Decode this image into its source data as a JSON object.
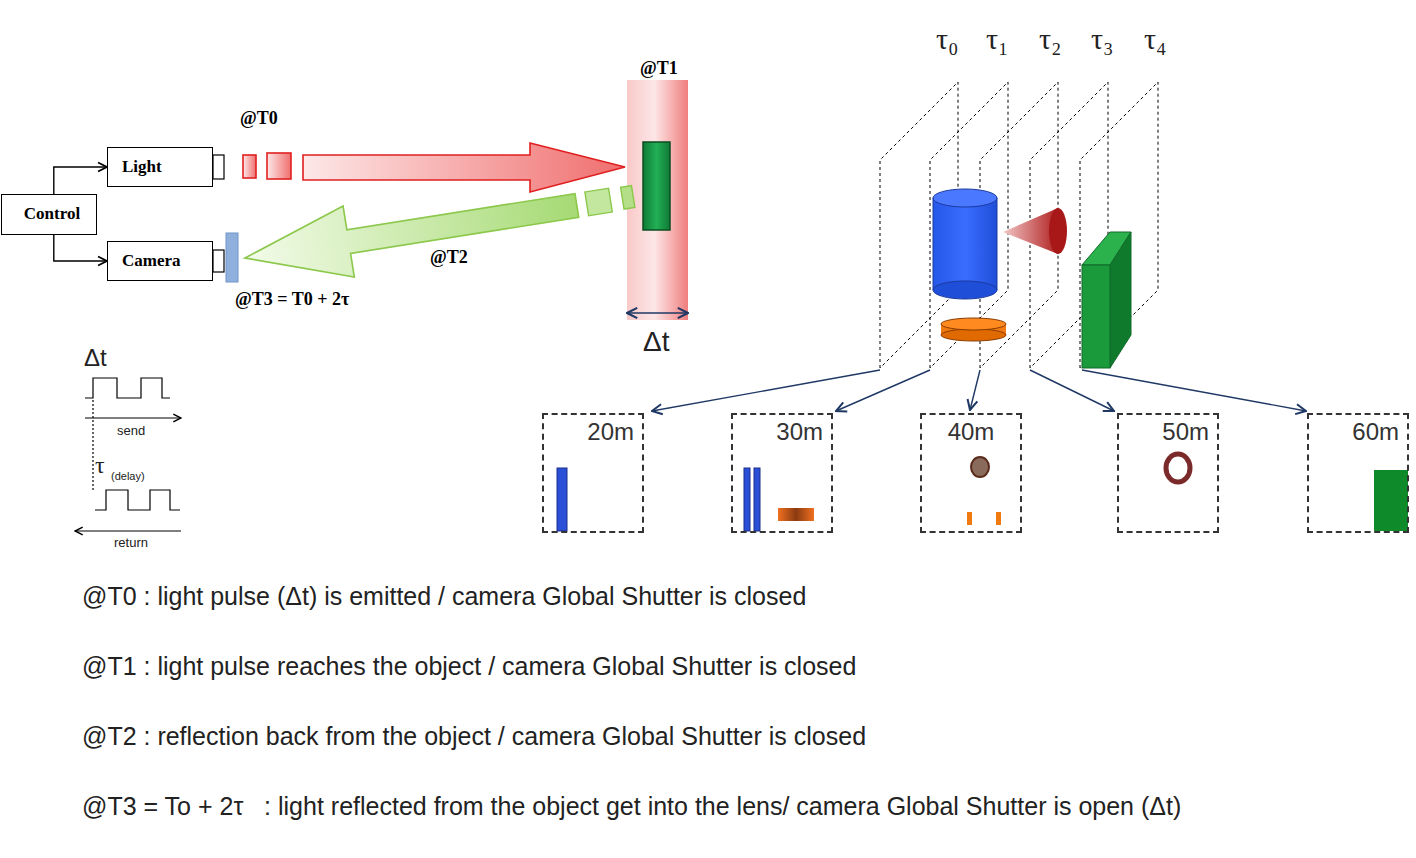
{
  "diagram": {
    "nodes": [
      {
        "text": [
          "Control"
        ]
      },
      {
        "text": [
          "Light"
        ]
      },
      {
        "text": [
          "Camera"
        ]
      },
      {
        "text": [
          "20m"
        ]
      },
      {
        "text": [
          "30m"
        ]
      },
      {
        "text": [
          "40m"
        ]
      },
      {
        "text": [
          "50m"
        ]
      },
      {
        "text": [
          "60m"
        ]
      }
    ],
    "edges": [
      {
        "from": 0,
        "to": 1,
        "arrow": "to"
      },
      {
        "from": 0,
        "to": 2,
        "arrow": "to"
      }
    ],
    "labels": [
      "@T0",
      "@T1",
      "@T2",
      "@T3 = T0 + 2τ",
      "Δt",
      "Δt",
      "send",
      "τ",
      "(delay)",
      "return",
      "τ₀",
      "τ₁",
      "τ₂",
      "τ₃",
      "τ₄",
      "@T0 : light pulse (Δt) is emitted / camera Global Shutter is closed",
      "@T1 : light pulse reaches the object / camera Global Shutter is closed",
      "@T2 : reflection back from the object / camera Global Shutter is closed",
      "@T3 = To + 2τ   : light reflected from the object get into the lens/ camera Global Shutter is open (Δt)"
    ]
  }
}
